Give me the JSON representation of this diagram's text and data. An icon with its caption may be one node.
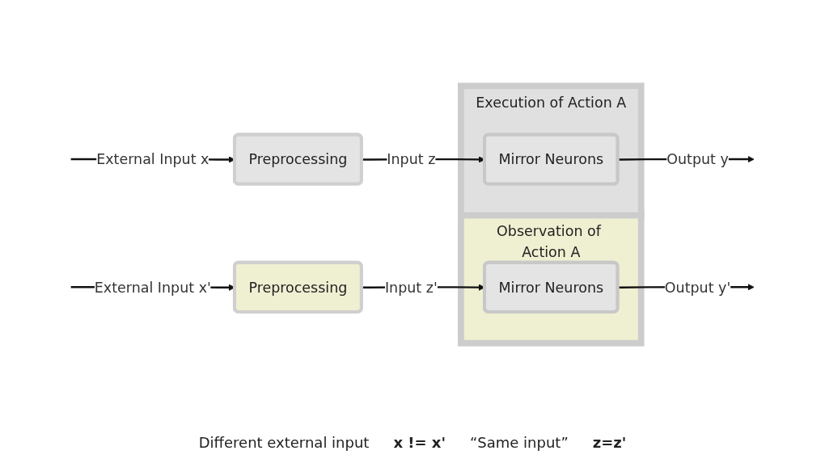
{
  "diagram": {
    "nodes": [
      {
        "text": [
          "Preprocessing"
        ]
      },
      {
        "text": [
          "Execution of Action A"
        ]
      },
      {
        "text": [
          "Mirror Neurons"
        ],
        "in": 1
      },
      {
        "text": [
          "Preprocessing"
        ]
      },
      {
        "text": [
          "Observation of Action A"
        ]
      },
      {
        "text": [
          "Mirror Neurons"
        ],
        "in": 4
      }
    ],
    "edges": [
      {
        "from": null,
        "to": 0,
        "arrow": "to",
        "label": "External Input x"
      },
      {
        "from": 0,
        "to": 2,
        "arrow": "to",
        "label": "Input z"
      },
      {
        "from": 2,
        "to": null,
        "arrow": "to",
        "label": "Output y"
      },
      {
        "from": null,
        "to": 3,
        "arrow": "to",
        "label": "External Input x'"
      },
      {
        "from": 3,
        "to": 5,
        "arrow": "to",
        "label": "Input z'"
      },
      {
        "from": 5,
        "to": null,
        "arrow": "to",
        "label": "Output y'"
      }
    ],
    "labels": [
      "Different external input",
      "x != x'",
      "“Same input”",
      "z=z'"
    ]
  }
}
